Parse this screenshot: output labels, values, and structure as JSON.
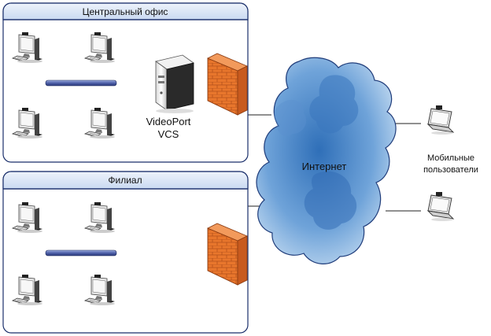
{
  "offices": [
    {
      "title": "Центральный офис"
    },
    {
      "title": "Филиал"
    }
  ],
  "server": {
    "name_line1": "VideoPort",
    "name_line2": "VCS"
  },
  "cloud": {
    "label": "Интернет"
  },
  "mobile": {
    "label_line1": "Мобильные",
    "label_line2": "пользователи"
  },
  "icons": {
    "workstation": "desktop-computer-icon",
    "server": "server-tower-icon",
    "firewall": "brick-firewall-icon",
    "laptop": "laptop-icon",
    "cloud": "internet-cloud-icon"
  },
  "colors": {
    "panel_header": "#dfe9f7",
    "panel_border": "#1a2f6b",
    "hub_bar": "#5b6fb3",
    "firewall": "#e8762c",
    "cloud_dark": "#4d86c6",
    "cloud_light": "#cfe2f5"
  }
}
